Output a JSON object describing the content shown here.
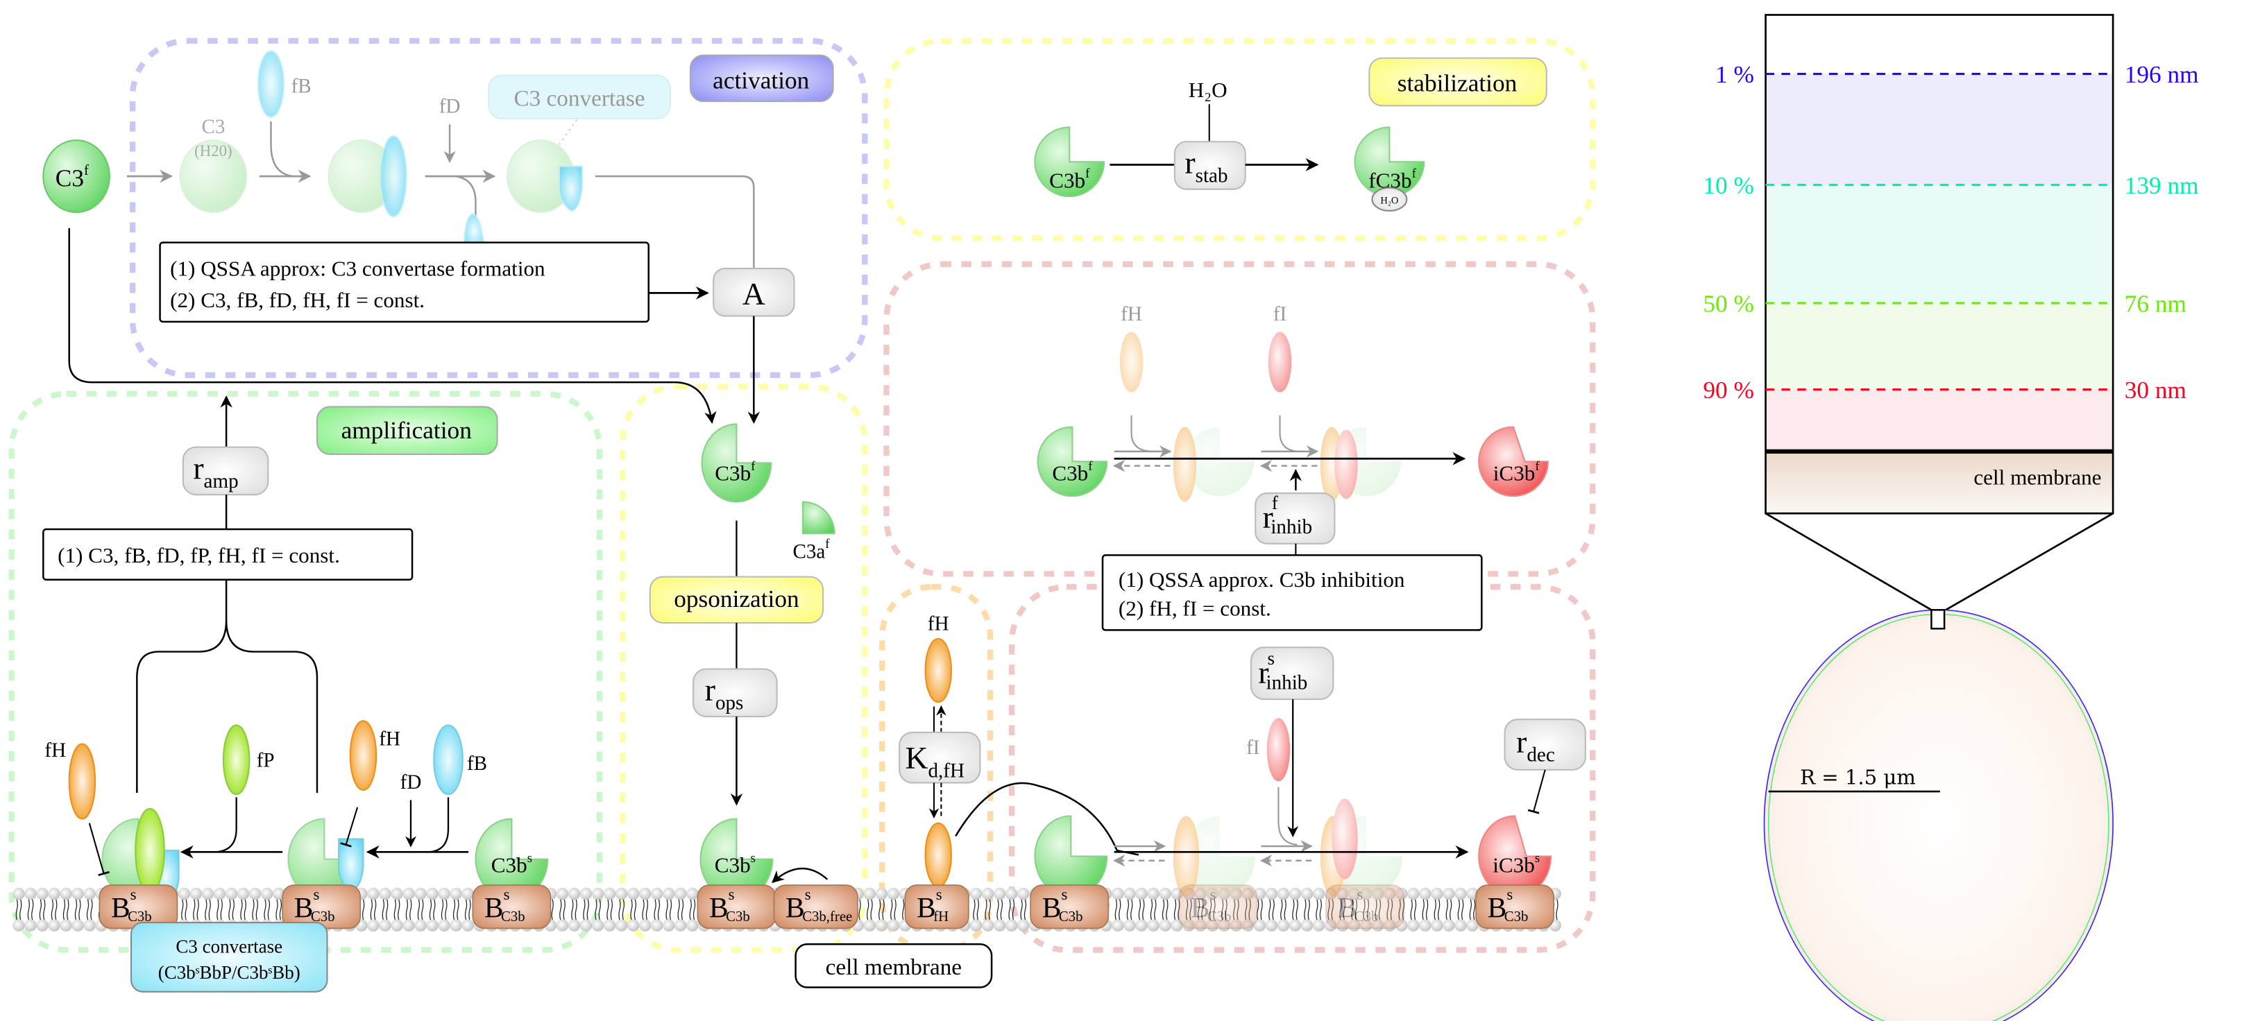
{
  "colors": {
    "activation": "#9a9af5",
    "activation_border": "#c8c8f7",
    "stabilization": "#ffff88",
    "stabilization_border": "#fdfdaa",
    "amplification": "#8cf08c",
    "amplification_border": "#ccf7cc",
    "opsonization": "#ffff88",
    "opsonization_border": "#fdfdaa",
    "inhibition_border": "#f0c8c8",
    "fh_border": "#fedcaa",
    "c3_green": "#7cdc7c",
    "factor_b": "#8ce6f6",
    "factor_h": "#f5a030",
    "factor_p": "#a8ea22",
    "factor_i": "#f57a7a",
    "membrane_protein": "#d89a78",
    "level_1": "#2a00ff",
    "level_10": "#00eeb0",
    "level_50": "#66ee00",
    "level_90": "#ff0020"
  },
  "modules": {
    "activation": {
      "label": "activation",
      "c3f": "C3",
      "c3f_sup": "f",
      "c3_h2o_line1": "C3",
      "c3_h2o_line2": "(H20)",
      "fb": "fB",
      "fd": "fD",
      "convertase_label": "C3 convertase",
      "note_line1": "(1) QSSA approx: C3 convertase formation",
      "note_line2": "(2) C3, fB, fD, fH, fI = const.",
      "node_a": "A"
    },
    "stabilization": {
      "label": "stabilization",
      "h2o": "H₂O",
      "c3bf": "C3b",
      "c3bf_sup": "f",
      "rate": "r",
      "rate_sub": "stab",
      "product": "fC3b",
      "product_sup": "f",
      "product_tag": "H₂O"
    },
    "amplification": {
      "label": "amplification",
      "rate": "r",
      "rate_sub": "amp",
      "note": "(1) C3, fB, fD, fP, fH, fI = const.",
      "fh_left": "fH",
      "fp": "fP",
      "fh_right": "fH",
      "fd": "fD",
      "fb": "fB",
      "c3bs": "C3b",
      "c3bs_sup": "s",
      "convertase_line1": "C3 convertase",
      "convertase_line2": "(C3bˢBbP/C3bˢBb)"
    },
    "opsonization": {
      "label": "opsonization",
      "c3bf": "C3b",
      "c3bf_sup": "f",
      "c3af": "C3a",
      "c3af_sup": "f",
      "rate": "r",
      "rate_sub": "ops",
      "c3bs": "C3b",
      "c3bs_sup": "s"
    },
    "fh_binding": {
      "fh": "fH",
      "rate": "K",
      "rate_sub": "d,fH"
    },
    "inhibition_fluid": {
      "fh": "fH",
      "fi": "fI",
      "c3bf": "C3b",
      "c3bf_sup": "f",
      "product": "iC3b",
      "product_sup": "f",
      "rate": "r",
      "rate_sup": "f",
      "rate_sub": "inhib",
      "note_line1": "(1) QSSA approx. C3b inhibition",
      "note_line2": "(2) fH, fI = const."
    },
    "inhibition_surface": {
      "rate": "r",
      "rate_sup": "s",
      "rate_sub": "inhib",
      "fi": "fI",
      "product": "iC3b",
      "product_sup": "s",
      "decay_rate": "r",
      "decay_sub": "dec"
    }
  },
  "membrane": {
    "label": "cell membrane",
    "proteins": [
      {
        "main": "B",
        "sup": "s",
        "sub": "C3b"
      },
      {
        "main": "B",
        "sup": "s",
        "sub": "C3b"
      },
      {
        "main": "B",
        "sup": "s",
        "sub": "C3b"
      },
      {
        "main": "B",
        "sup": "s",
        "sub": "C3b"
      },
      {
        "main": "B",
        "sup": "s",
        "sub": "C3b,free"
      },
      {
        "main": "B",
        "sup": "s",
        "sub": "fH"
      },
      {
        "main": "B",
        "sup": "s",
        "sub": "C3b"
      },
      {
        "main": "B",
        "sup": "s",
        "sub": "C3b"
      },
      {
        "main": "B",
        "sup": "s",
        "sub": "C3b"
      },
      {
        "main": "B",
        "sup": "s",
        "sub": "C3b"
      }
    ]
  },
  "gradient_panel": {
    "levels": [
      {
        "percent": "1 %",
        "distance": "196 nm"
      },
      {
        "percent": "10 %",
        "distance": "139 nm"
      },
      {
        "percent": "50 %",
        "distance": "76 nm"
      },
      {
        "percent": "90 %",
        "distance": "30 nm"
      }
    ],
    "membrane_label": "cell membrane",
    "radius_label": "R = 1.5 μm"
  }
}
